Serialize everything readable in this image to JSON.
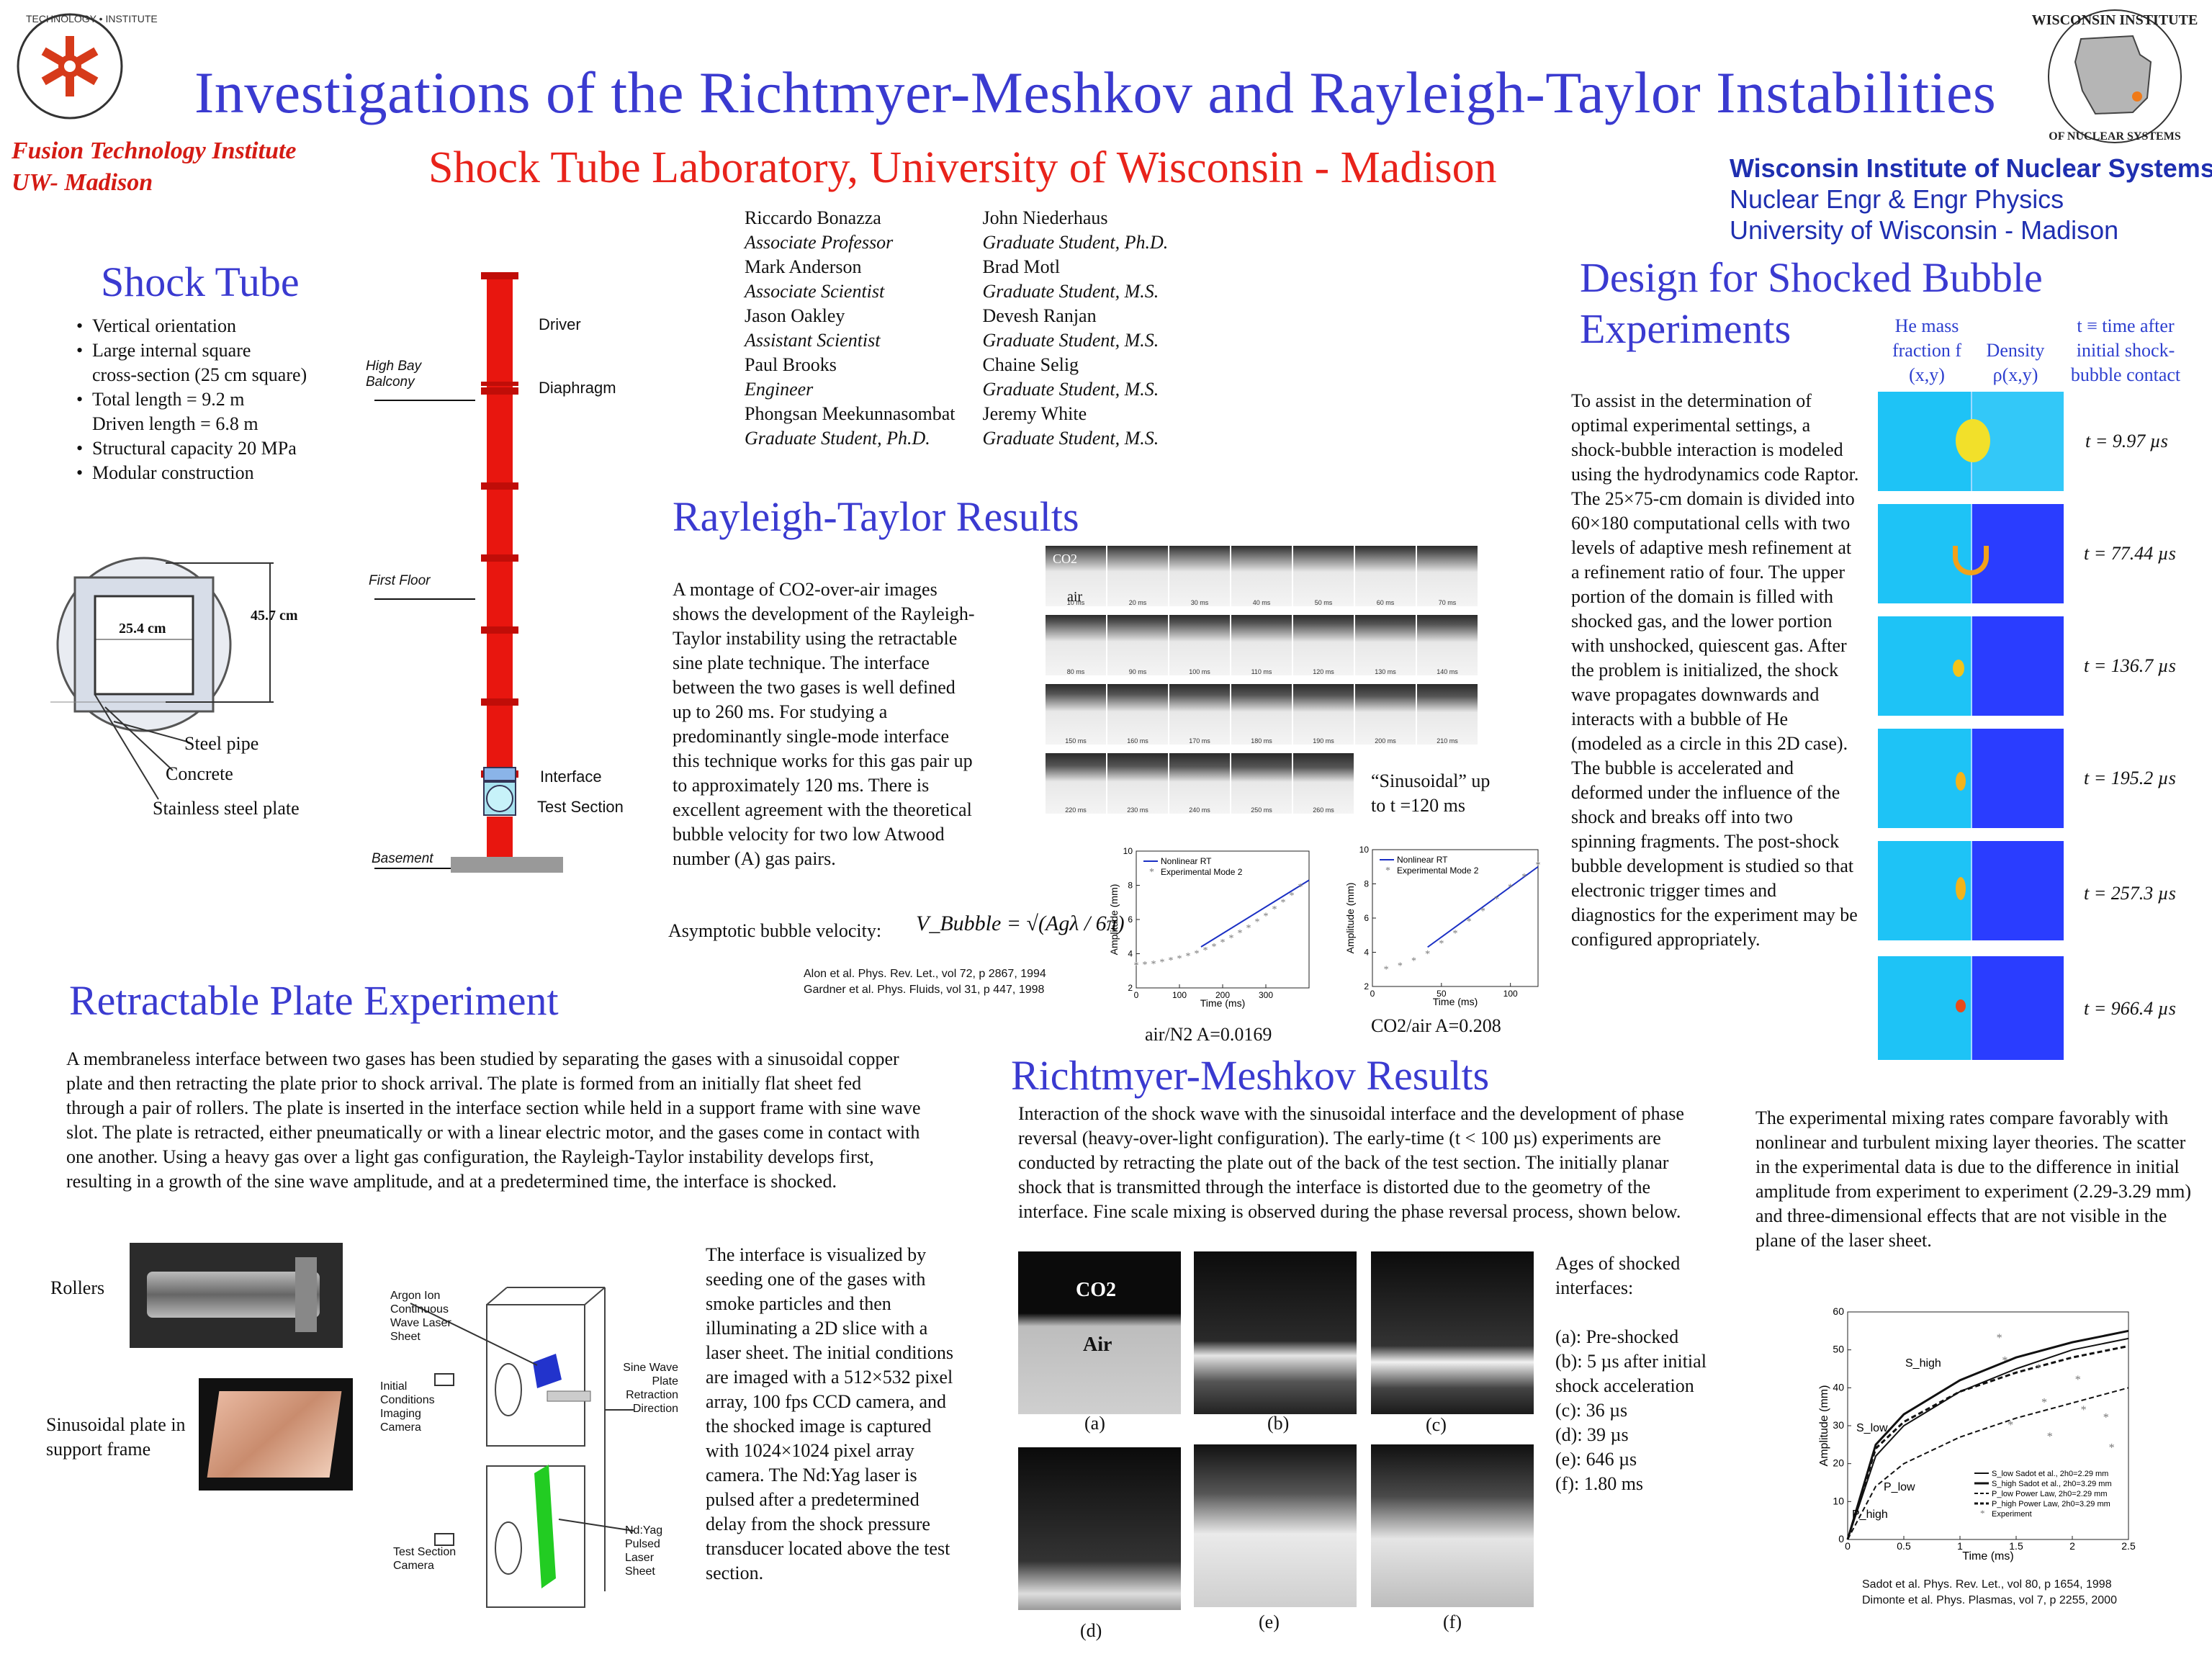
{
  "header": {
    "title": "Investigations of the Richtmyer-Meshkov and Rayleigh-Taylor Instabilities",
    "subtitle": "Shock Tube Laboratory, University of Wisconsin - Madison",
    "fti_line1": "Fusion Technology Institute",
    "fti_line2": "UW- Madison",
    "wins_line1": "Wisconsin Institute of Nuclear Systems",
    "wins_line2": "Nuclear Engr & Engr Physics",
    "wins_line3": "University of Wisconsin - Madison"
  },
  "people": [
    {
      "name": "Riccardo Bonazza",
      "role": "Associate Professor"
    },
    {
      "name": "Mark Anderson",
      "role": "Associate Scientist"
    },
    {
      "name": "Jason Oakley",
      "role": "Assistant Scientist"
    },
    {
      "name": "Paul Brooks",
      "role": "Engineer"
    },
    {
      "name": "Phongsan Meekunnasombat",
      "role": "Graduate Student, Ph.D."
    },
    {
      "name": "John Niederhaus",
      "role": "Graduate Student, Ph.D."
    },
    {
      "name": "Brad Motl",
      "role": "Graduate Student, M.S."
    },
    {
      "name": "Devesh Ranjan",
      "role": "Graduate Student, M.S."
    },
    {
      "name": "Chaine Selig",
      "role": "Graduate Student, M.S."
    },
    {
      "name": "Jeremy White",
      "role": "Graduate Student, M.S."
    }
  ],
  "shock_tube": {
    "heading": "Shock Tube",
    "bullets": [
      "Vertical orientation",
      "Large internal square cross-section (25 cm square)",
      "Total length = 9.2 m Driven length = 6.8 m",
      "Structural capacity 20 MPa",
      "Modular construction"
    ],
    "bullet1": "Vertical orientation",
    "bullet2a": "Large internal square",
    "bullet2b": "cross-section (25 cm square)",
    "bullet3a": "Total length = 9.2 m",
    "bullet3b": "Driven length = 6.8 m",
    "bullet4": "Structural capacity 20 MPa",
    "bullet5": "Modular construction",
    "dim_inner": "25.4 cm",
    "dim_outer": "45.7 cm",
    "label_pipe": "Steel pipe",
    "label_concrete": "Concrete",
    "label_plate": "Stainless steel plate",
    "tube_labels": {
      "driver": "Driver",
      "diaphragm": "Diaphragm",
      "interface": "Interface",
      "test_section": "Test Section",
      "high_bay": "High Bay Balcony",
      "first_floor": "First Floor",
      "basement": "Basement"
    }
  },
  "rt": {
    "heading": "Rayleigh-Taylor Results",
    "text": "A montage of CO2-over-air images shows the development of the Rayleigh-Taylor instability using the retractable sine plate technique.  The interface between the two gases is well defined up to 260 ms.  For studying a predominantly single-mode interface this technique works for this gas pair up to approximately 120 ms.  There is excellent agreement with the theoretical bubble velocity for two low Atwood number (A) gas pairs.",
    "asym_label": "Asymptotic bubble velocity:",
    "formula": "V_Bubble = √(Agλ / 6π)",
    "ref1": "Alon et al.  Phys. Rev. Let., vol 72, p 2867, 1994",
    "ref2": "Gardner et al. Phys. Fluids, vol 31, p 447, 1998",
    "montage_co2": "CO2",
    "montage_air": "air",
    "montage_times": [
      "10 ms",
      "20 ms",
      "30 ms",
      "40 ms",
      "50 ms",
      "60 ms",
      "70 ms",
      "80 ms",
      "90 ms",
      "100 ms",
      "110 ms",
      "120 ms",
      "130 ms",
      "140 ms",
      "150 ms",
      "160 ms",
      "170 ms",
      "180 ms",
      "190 ms",
      "200 ms",
      "210 ms",
      "220 ms",
      "230 ms",
      "240 ms",
      "250 ms",
      "260 ms"
    ],
    "sinusoidal_note": "“Sinusoidal” up to t =120 ms",
    "graph1_caption": "air/N2  A=0.0169",
    "graph2_caption": "CO2/air  A=0.208"
  },
  "retract": {
    "heading": "Retractable Plate Experiment",
    "text": "A membraneless interface between two gases has been studied by separating the gases with a sinusoidal copper plate and then retracting the plate prior to shock arrival.  The plate is formed from an initially flat sheet fed through a pair of rollers.  The plate is inserted in the interface section while held in a support frame with sine wave slot.  The plate is retracted, either pneumatically or with a linear electric motor, and the gases come in contact with one another.  Using a heavy gas over a light gas configuration, the Rayleigh-Taylor instability develops first, resulting in a growth of the sine wave amplitude, and at a predetermined time, the interface is shocked.",
    "label_rollers": "Rollers",
    "label_plate": "Sinusoidal plate in support frame",
    "diagram_labels": {
      "laser": "Argon Ion Continuous Wave Laser Sheet",
      "initial_cam": "Initial Conditions Imaging Camera",
      "sine_plate": "Sine Wave Plate Retraction Direction",
      "test_cam": "Test Section Camera",
      "ndyag": "Nd:Yag Pulsed Laser Sheet"
    },
    "text2": "The interface is visualized by seeding one of the gases with smoke particles and then illuminating a 2D slice with a laser sheet.  The initial conditions are imaged with a 512×532 pixel array, 100 fps CCD camera, and the shocked image is captured with 1024×1024 pixel array camera.  The Nd:Yag laser is pulsed after a predetermined delay from the shock pressure transducer located above the test section."
  },
  "rm": {
    "heading": "Richtmyer-Meshkov Results",
    "text": "Interaction of the shock wave with the sinusoidal interface and the development of phase reversal (heavy-over-light configuration).  The early-time (t < 100 µs) experiments are conducted by retracting the plate out of the back of the test section.  The initially planar shock that is transmitted through the interface is distorted due to the geometry of the interface.  Fine scale mixing is observed during the phase reversal process, shown below.",
    "co2": "CO2",
    "air": "Air",
    "panel_labels": [
      "(a)",
      "(b)",
      "(c)",
      "(d)",
      "(e)",
      "(f)"
    ],
    "ages_title": "Ages of shocked interfaces:",
    "ages": [
      "(a): Pre-shocked",
      "(b): 5 µs after initial shock acceleration",
      "(c): 36 µs",
      "(d): 39 µs",
      "(e): 646 µs",
      "(f): 1.80 ms"
    ],
    "text2": "The experimental mixing rates compare favorably with nonlinear and turbulent mixing layer theories.  The scatter in the experimental data is due to the difference in initial amplitude from experiment to experiment (2.29-3.29 mm) and three-dimensional effects that are not visible in the plane of the laser sheet.",
    "ref1": "Sadot et al.  Phys. Rev. Let., vol 80, p 1654, 1998",
    "ref2": "Dimonte et al. Phys. Plasmas, vol 7, p 2255, 2000"
  },
  "bubble": {
    "heading1": "Design for Shocked Bubble",
    "heading2": "Experiments",
    "col1": "He mass fraction f (x,y)",
    "col2": "Density ρ(x,y)",
    "col3": "t ≡ time after initial shock-bubble contact",
    "text": "To assist in the determination of optimal experimental settings, a shock-bubble interaction is modeled using the hydrodynamics code Raptor. The 25×75-cm domain is divided into 60×180 computational cells with two levels of adaptive mesh refinement at a refinement ratio of four.  The upper portion of the domain is filled with shocked gas, and the lower portion with unshocked, quiescent gas.  After the problem is initialized, the shock wave propagates downwards and interacts with a bubble of He (modeled as a circle in this 2D case). The bubble is accelerated and deformed under the influence of the shock and breaks off into two spinning fragments. The post-shock bubble development is studied so that electronic trigger times and diagnostics for the experiment may be configured appropriately.",
    "times": [
      "t = 9.97 µs",
      "t = 77.44 µs",
      "t = 136.7 µs",
      "t = 195.2 µs",
      "t = 257.3 µs",
      "t = 966.4 µs"
    ]
  },
  "chart_data": [
    {
      "type": "scatter",
      "title": "",
      "xlabel": "Time (ms)",
      "ylabel": "Amplitude (mm)",
      "xlim": [
        0,
        400
      ],
      "ylim": [
        2,
        10
      ],
      "xticks": [
        0,
        100,
        200,
        300
      ],
      "yticks": [
        2,
        4,
        6,
        8,
        10
      ],
      "legend": "top-left",
      "series": [
        {
          "name": "Nonlinear RT",
          "kind": "line",
          "x": [
            150,
            400
          ],
          "y": [
            4.4,
            8.3
          ]
        },
        {
          "name": "Experimental Mode 2",
          "kind": "points",
          "x": [
            0,
            20,
            40,
            60,
            80,
            100,
            120,
            140,
            160,
            180,
            200,
            220,
            240,
            260,
            280,
            300,
            320,
            340,
            360,
            380
          ],
          "y": [
            3.3,
            3.35,
            3.4,
            3.5,
            3.6,
            3.7,
            3.85,
            4.0,
            4.2,
            4.4,
            4.65,
            4.9,
            5.2,
            5.5,
            5.85,
            6.2,
            6.6,
            7.0,
            7.4,
            7.9
          ]
        }
      ]
    },
    {
      "type": "scatter",
      "title": "",
      "xlabel": "Time (ms)",
      "ylabel": "Amplitude (mm)",
      "xlim": [
        0,
        120
      ],
      "ylim": [
        2,
        10
      ],
      "xticks": [
        0,
        50,
        100
      ],
      "yticks": [
        2,
        4,
        6,
        8,
        10
      ],
      "legend": "top-left",
      "series": [
        {
          "name": "Nonlinear RT",
          "kind": "line",
          "x": [
            40,
            120
          ],
          "y": [
            4.3,
            9.0
          ]
        },
        {
          "name": "Experimental Mode 2",
          "kind": "points",
          "x": [
            10,
            20,
            30,
            40,
            50,
            60,
            70,
            80,
            90,
            100,
            110,
            120
          ],
          "y": [
            3.0,
            3.2,
            3.5,
            3.9,
            4.5,
            5.1,
            5.8,
            6.4,
            7.1,
            7.8,
            8.4,
            9.1
          ]
        }
      ]
    },
    {
      "type": "line",
      "title": "",
      "xlabel": "Time (ms)",
      "ylabel": "Amplitude (mm)",
      "xlim": [
        0,
        2.5
      ],
      "ylim": [
        0,
        60
      ],
      "xticks": [
        0,
        0.5,
        1,
        1.5,
        2,
        2.5
      ],
      "yticks": [
        0,
        10,
        20,
        30,
        40,
        50,
        60
      ],
      "legend": "bottom-right",
      "annotations": [
        "S_high",
        "S_low",
        "P_low",
        "P_high"
      ],
      "series": [
        {
          "name": "S_low Sadot et al., 2h0=2.29 mm",
          "style": "solid",
          "x": [
            0,
            0.25,
            0.5,
            1,
            1.5,
            2,
            2.5
          ],
          "y": [
            0,
            22,
            30,
            39,
            45,
            50,
            53
          ]
        },
        {
          "name": "S_high Sadot et al., 2h0=3.29 mm",
          "style": "solid-bold",
          "x": [
            0,
            0.25,
            0.5,
            1,
            1.5,
            2,
            2.5
          ],
          "y": [
            0,
            25,
            33,
            42,
            48,
            52,
            55
          ]
        },
        {
          "name": "P_low Power Law, 2h0=2.29 mm",
          "style": "dashed",
          "x": [
            0,
            0.25,
            0.5,
            1,
            1.5,
            2,
            2.5
          ],
          "y": [
            0,
            14,
            20,
            27,
            32,
            36,
            40
          ]
        },
        {
          "name": "P_high Power Law, 2h0=3.29 mm",
          "style": "dashed-bold",
          "x": [
            0,
            0.25,
            0.5,
            1,
            1.5,
            2,
            2.5
          ],
          "y": [
            0,
            24,
            31,
            39,
            44,
            48,
            51
          ]
        },
        {
          "name": "Experiment",
          "style": "points",
          "x": [
            1.35,
            1.4,
            1.45,
            1.7,
            1.75,
            1.8,
            2.05,
            2.1,
            2.3,
            2.35
          ],
          "y": [
            53,
            47,
            30,
            45,
            36,
            27,
            42,
            34,
            32,
            24
          ]
        }
      ]
    }
  ]
}
